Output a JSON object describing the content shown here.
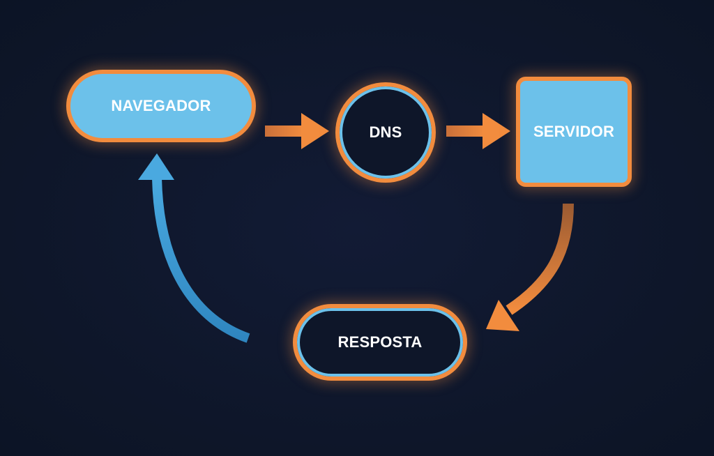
{
  "diagram": {
    "type": "request-cycle",
    "nodes": [
      {
        "id": "navegador",
        "label": "NAVEGADOR",
        "shape": "pill",
        "style": "filled"
      },
      {
        "id": "dns",
        "label": "DNS",
        "shape": "circle",
        "style": "dark"
      },
      {
        "id": "servidor",
        "label": "SERVIDOR",
        "shape": "rounded-square",
        "style": "filled"
      },
      {
        "id": "resposta",
        "label": "RESPOSTA",
        "shape": "pill",
        "style": "dark"
      }
    ],
    "edges": [
      {
        "from": "navegador",
        "to": "dns",
        "color": "orange",
        "style": "straight"
      },
      {
        "from": "dns",
        "to": "servidor",
        "color": "orange",
        "style": "straight"
      },
      {
        "from": "servidor",
        "to": "resposta",
        "color": "orange",
        "style": "curved"
      },
      {
        "from": "resposta",
        "to": "navegador",
        "color": "blue",
        "style": "curved"
      }
    ]
  },
  "colors": {
    "background": "#0f1830",
    "accent_orange": "#f28c3e",
    "accent_blue": "#6cc1ea",
    "text": "#ffffff"
  }
}
